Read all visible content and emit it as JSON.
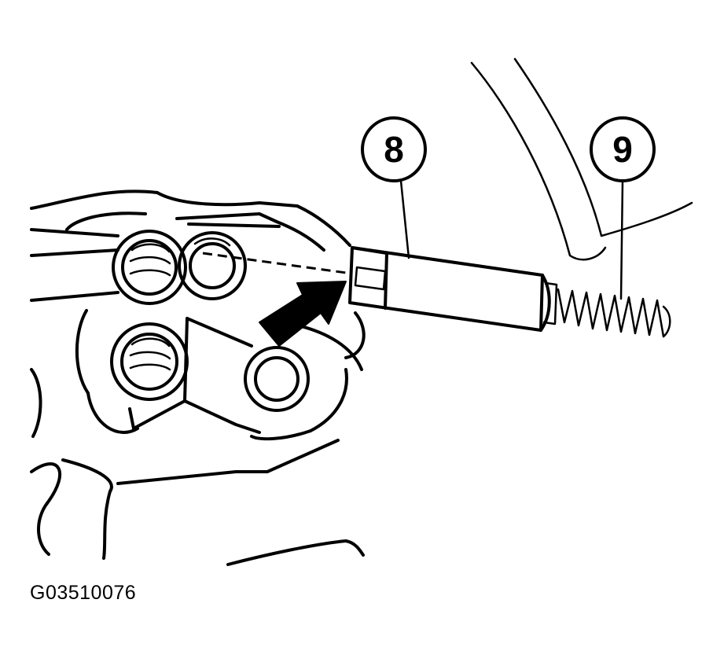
{
  "callouts": {
    "plunger": "8",
    "spring": "9"
  },
  "figure_code": "G03510076"
}
